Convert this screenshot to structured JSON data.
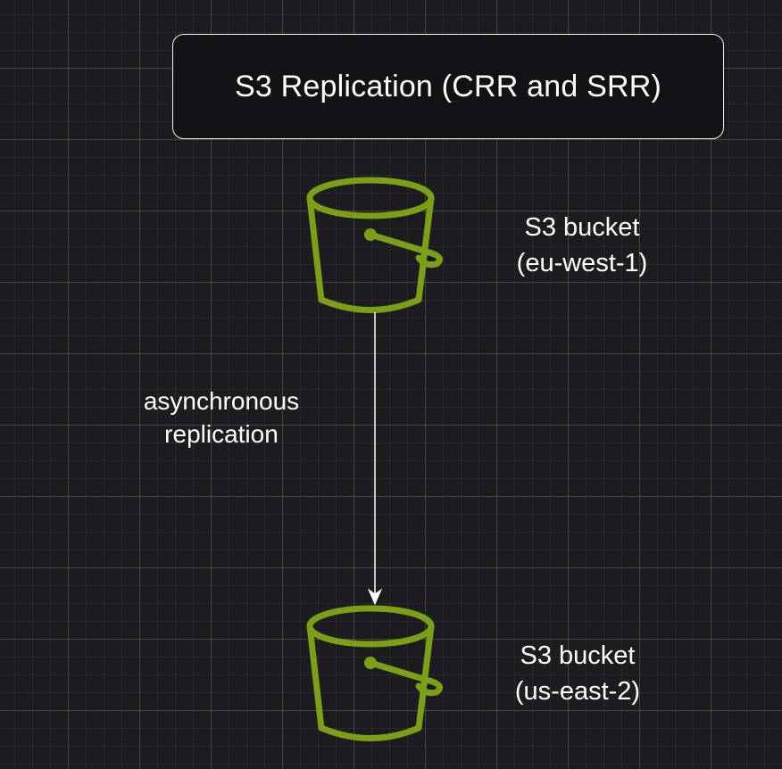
{
  "title": "S3 Replication (CRR and SRR)",
  "buckets": [
    {
      "label_line1": "S3 bucket",
      "label_line2": "(eu-west-1)"
    },
    {
      "label_line1": "S3 bucket",
      "label_line2": "(us-east-2)"
    }
  ],
  "edge": {
    "line1": "asynchronous",
    "line2": "replication"
  },
  "colors": {
    "background": "#1c1b20",
    "bucket": "#7aa116",
    "text": "#ffffff"
  },
  "icons": [
    "s3-bucket-icon",
    "s3-bucket-icon",
    "arrow-down-icon"
  ]
}
